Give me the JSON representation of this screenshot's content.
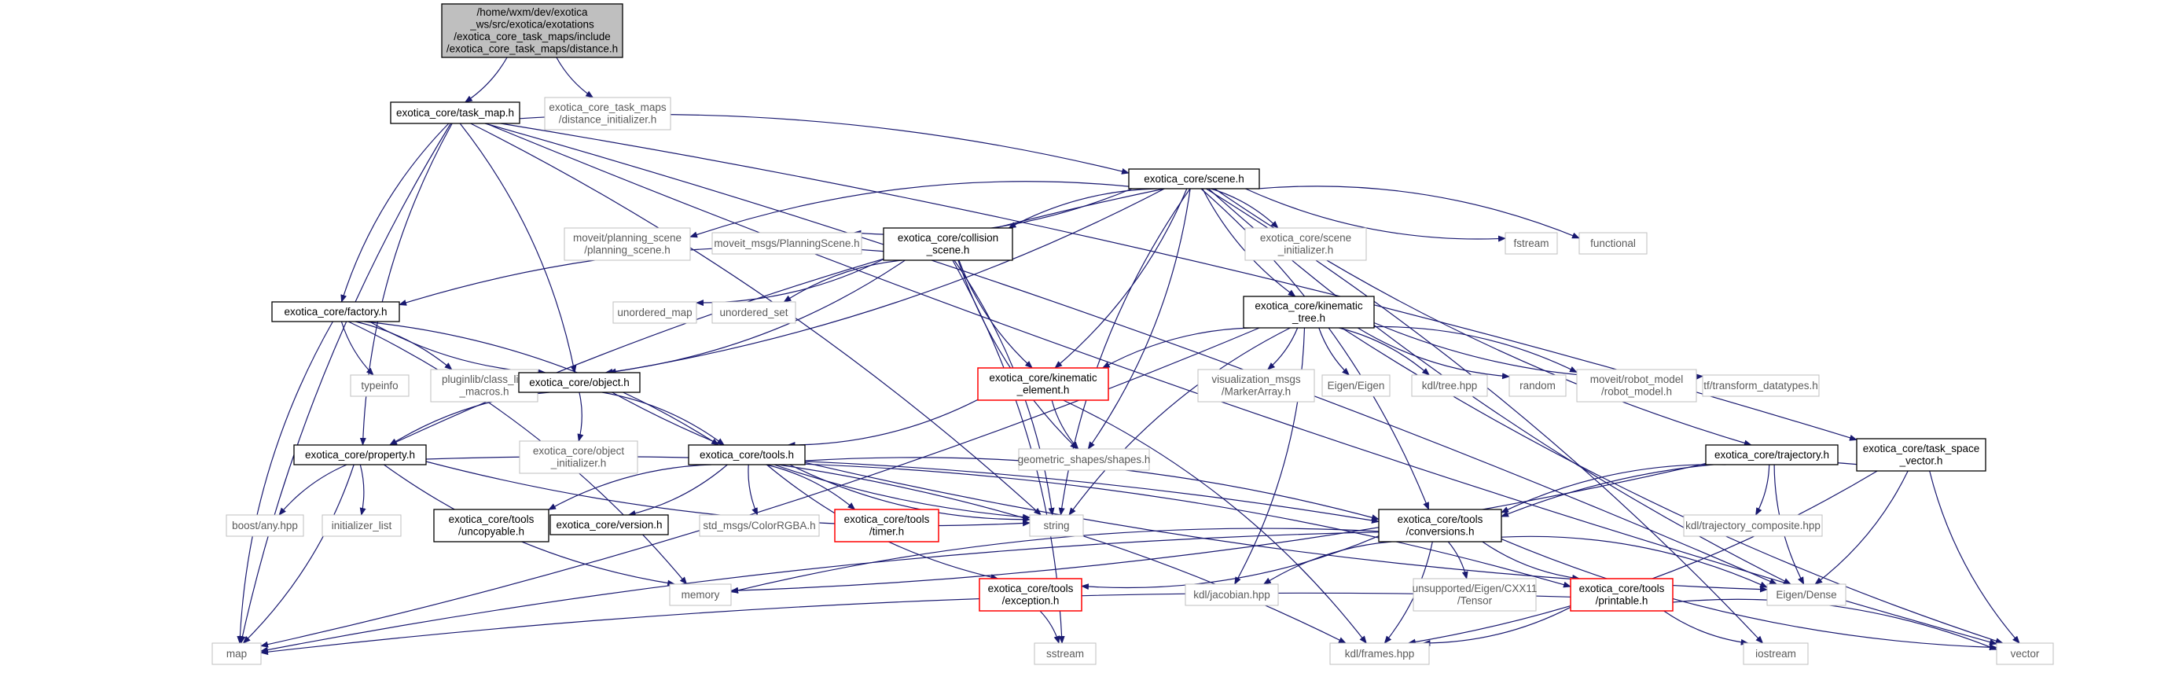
{
  "colors": {
    "edge": "#191970",
    "box_border": "#000000",
    "missing_border": "#bfbfbf",
    "incomplete_border": "#ff0000",
    "root_fill": "#bfbfbf",
    "text": "#000000",
    "ghost_text": "#5a5a5a"
  },
  "legend_note": "node styles: grey fill = current file, black border = documented header, red border = truncated graph, light grey border = external / undocumented",
  "nodes": [
    {
      "id": "distance",
      "style": "root",
      "lines": [
        "/home/wxm/dev/exotica",
        "_ws/src/exotica/exotations",
        "/exotica_core_task_maps/include",
        "/exotica_core_task_maps/distance.h"
      ]
    },
    {
      "id": "task_map",
      "style": "normal",
      "lines": [
        "exotica_core/task_map.h"
      ]
    },
    {
      "id": "distance_init",
      "style": "ghost",
      "lines": [
        "exotica_core_task_maps",
        "/distance_initializer.h"
      ]
    },
    {
      "id": "scene",
      "style": "normal",
      "lines": [
        "exotica_core/scene.h"
      ]
    },
    {
      "id": "moveit_ps",
      "style": "ghost",
      "lines": [
        "moveit/planning_scene",
        "/planning_scene.h"
      ]
    },
    {
      "id": "moveit_msgs_ps",
      "style": "ghost",
      "lines": [
        "moveit_msgs/PlanningScene.h"
      ]
    },
    {
      "id": "collision_scene",
      "style": "normal",
      "lines": [
        "exotica_core/collision",
        "_scene.h"
      ]
    },
    {
      "id": "scene_init",
      "style": "ghost",
      "lines": [
        "exotica_core/scene",
        "_initializer.h"
      ]
    },
    {
      "id": "fstream",
      "style": "ghost",
      "lines": [
        "fstream"
      ]
    },
    {
      "id": "functional",
      "style": "ghost",
      "lines": [
        "functional"
      ]
    },
    {
      "id": "factory",
      "style": "normal",
      "lines": [
        "exotica_core/factory.h"
      ]
    },
    {
      "id": "unordered_map",
      "style": "ghost",
      "lines": [
        "unordered_map"
      ]
    },
    {
      "id": "unordered_set",
      "style": "ghost",
      "lines": [
        "unordered_set"
      ]
    },
    {
      "id": "kinematic_tree",
      "style": "normal",
      "lines": [
        "exotica_core/kinematic",
        "_tree.h"
      ]
    },
    {
      "id": "typeinfo",
      "style": "ghost",
      "lines": [
        "typeinfo"
      ]
    },
    {
      "id": "class_list",
      "style": "ghost",
      "lines": [
        "pluginlib/class_list",
        "_macros.h"
      ]
    },
    {
      "id": "object",
      "style": "normal",
      "lines": [
        "exotica_core/object.h"
      ]
    },
    {
      "id": "kinematic_element",
      "style": "incomplete",
      "lines": [
        "exotica_core/kinematic",
        "_element.h"
      ]
    },
    {
      "id": "viz_msgs",
      "style": "ghost",
      "lines": [
        "visualization_msgs",
        "/MarkerArray.h"
      ]
    },
    {
      "id": "eigen_eigen",
      "style": "ghost",
      "lines": [
        "Eigen/Eigen"
      ]
    },
    {
      "id": "kdl_tree",
      "style": "ghost",
      "lines": [
        "kdl/tree.hpp"
      ]
    },
    {
      "id": "random",
      "style": "ghost",
      "lines": [
        "random"
      ]
    },
    {
      "id": "robot_model",
      "style": "ghost",
      "lines": [
        "moveit/robot_model",
        "/robot_model.h"
      ]
    },
    {
      "id": "tf_datatypes",
      "style": "ghost",
      "lines": [
        "tf/transform_datatypes.h"
      ]
    },
    {
      "id": "object_init",
      "style": "ghost",
      "lines": [
        "exotica_core/object",
        "_initializer.h"
      ]
    },
    {
      "id": "property",
      "style": "normal",
      "lines": [
        "exotica_core/property.h"
      ]
    },
    {
      "id": "tools",
      "style": "normal",
      "lines": [
        "exotica_core/tools.h"
      ]
    },
    {
      "id": "geometric_shapes",
      "style": "ghost",
      "lines": [
        "geometric_shapes/shapes.h"
      ]
    },
    {
      "id": "trajectory",
      "style": "normal",
      "lines": [
        "exotica_core/trajectory.h"
      ]
    },
    {
      "id": "task_space_vector",
      "style": "normal",
      "lines": [
        "exotica_core/task_space",
        "_vector.h"
      ]
    },
    {
      "id": "boost_any",
      "style": "ghost",
      "lines": [
        "boost/any.hpp"
      ]
    },
    {
      "id": "initializer_list",
      "style": "ghost",
      "lines": [
        "initializer_list"
      ]
    },
    {
      "id": "uncopyable",
      "style": "normal",
      "lines": [
        "exotica_core/tools",
        "/uncopyable.h"
      ]
    },
    {
      "id": "version",
      "style": "normal",
      "lines": [
        "exotica_core/version.h"
      ]
    },
    {
      "id": "color_rgba",
      "style": "ghost",
      "lines": [
        "std_msgs/ColorRGBA.h"
      ]
    },
    {
      "id": "timer",
      "style": "incomplete",
      "lines": [
        "exotica_core/tools",
        "/timer.h"
      ]
    },
    {
      "id": "string",
      "style": "ghost",
      "lines": [
        "string"
      ]
    },
    {
      "id": "conversions",
      "style": "normal",
      "lines": [
        "exotica_core/tools",
        "/conversions.h"
      ]
    },
    {
      "id": "traj_composite",
      "style": "ghost",
      "lines": [
        "kdl/trajectory_composite.hpp"
      ]
    },
    {
      "id": "memory",
      "style": "ghost",
      "lines": [
        "memory"
      ]
    },
    {
      "id": "exception",
      "style": "incomplete",
      "lines": [
        "exotica_core/tools",
        "/exception.h"
      ]
    },
    {
      "id": "kdl_jacobian",
      "style": "ghost",
      "lines": [
        "kdl/jacobian.hpp"
      ]
    },
    {
      "id": "tensor",
      "style": "ghost",
      "lines": [
        "unsupported/Eigen/CXX11",
        "/Tensor"
      ]
    },
    {
      "id": "printable",
      "style": "incomplete",
      "lines": [
        "exotica_core/tools",
        "/printable.h"
      ]
    },
    {
      "id": "eigen_dense",
      "style": "ghost",
      "lines": [
        "Eigen/Dense"
      ]
    },
    {
      "id": "map",
      "style": "ghost",
      "lines": [
        "map"
      ]
    },
    {
      "id": "sstream",
      "style": "ghost",
      "lines": [
        "sstream"
      ]
    },
    {
      "id": "kdl_frames",
      "style": "ghost",
      "lines": [
        "kdl/frames.hpp"
      ]
    },
    {
      "id": "iostream",
      "style": "ghost",
      "lines": [
        "iostream"
      ]
    },
    {
      "id": "vector",
      "style": "ghost",
      "lines": [
        "vector"
      ]
    }
  ],
  "edges": [
    [
      "distance",
      "task_map"
    ],
    [
      "distance",
      "distance_init"
    ],
    [
      "task_map",
      "scene"
    ],
    [
      "task_map",
      "factory"
    ],
    [
      "task_map",
      "object"
    ],
    [
      "task_map",
      "property"
    ],
    [
      "task_map",
      "string"
    ],
    [
      "task_map",
      "map"
    ],
    [
      "task_map",
      "eigen_dense"
    ],
    [
      "task_map",
      "vector"
    ],
    [
      "task_map",
      "task_space_vector"
    ],
    [
      "scene",
      "moveit_ps"
    ],
    [
      "scene",
      "moveit_msgs_ps"
    ],
    [
      "scene",
      "collision_scene"
    ],
    [
      "scene",
      "scene_init"
    ],
    [
      "scene",
      "fstream"
    ],
    [
      "scene",
      "functional"
    ],
    [
      "scene",
      "kinematic_tree"
    ],
    [
      "scene",
      "object"
    ],
    [
      "scene",
      "property"
    ],
    [
      "scene",
      "geometric_shapes"
    ],
    [
      "scene",
      "trajectory"
    ],
    [
      "scene",
      "conversions"
    ],
    [
      "scene",
      "eigen_dense"
    ],
    [
      "scene",
      "iostream"
    ],
    [
      "scene",
      "string"
    ],
    [
      "scene",
      "kinematic_element"
    ],
    [
      "collision_scene",
      "factory"
    ],
    [
      "collision_scene",
      "unordered_map"
    ],
    [
      "collision_scene",
      "unordered_set"
    ],
    [
      "collision_scene",
      "object"
    ],
    [
      "collision_scene",
      "kinematic_element"
    ],
    [
      "collision_scene",
      "string"
    ],
    [
      "collision_scene",
      "geometric_shapes"
    ],
    [
      "collision_scene",
      "sstream"
    ],
    [
      "factory",
      "typeinfo"
    ],
    [
      "factory",
      "class_list"
    ],
    [
      "factory",
      "object"
    ],
    [
      "factory",
      "tools"
    ],
    [
      "factory",
      "map"
    ],
    [
      "factory",
      "memory"
    ],
    [
      "kinematic_tree",
      "kinematic_element"
    ],
    [
      "kinematic_tree",
      "viz_msgs"
    ],
    [
      "kinematic_tree",
      "eigen_eigen"
    ],
    [
      "kinematic_tree",
      "kdl_tree"
    ],
    [
      "kinematic_tree",
      "random"
    ],
    [
      "kinematic_tree",
      "robot_model"
    ],
    [
      "kinematic_tree",
      "tf_datatypes"
    ],
    [
      "kinematic_tree",
      "kdl_jacobian"
    ],
    [
      "kinematic_tree",
      "string"
    ],
    [
      "kinematic_tree",
      "map"
    ],
    [
      "kinematic_tree",
      "vector"
    ],
    [
      "object",
      "object_init"
    ],
    [
      "object",
      "property"
    ],
    [
      "object",
      "tools"
    ],
    [
      "object",
      "string"
    ],
    [
      "kinematic_element",
      "tools"
    ],
    [
      "kinematic_element",
      "geometric_shapes"
    ],
    [
      "kinematic_element",
      "kdl_frames"
    ],
    [
      "property",
      "boost_any"
    ],
    [
      "property",
      "initializer_list"
    ],
    [
      "property",
      "string"
    ],
    [
      "property",
      "map"
    ],
    [
      "property",
      "memory"
    ],
    [
      "property",
      "conversions"
    ],
    [
      "tools",
      "uncopyable"
    ],
    [
      "tools",
      "version"
    ],
    [
      "tools",
      "color_rgba"
    ],
    [
      "tools",
      "timer"
    ],
    [
      "tools",
      "string"
    ],
    [
      "tools",
      "conversions"
    ],
    [
      "tools",
      "exception"
    ],
    [
      "tools",
      "printable"
    ],
    [
      "tools",
      "eigen_dense"
    ],
    [
      "tools",
      "kdl_frames"
    ],
    [
      "trajectory",
      "conversions"
    ],
    [
      "trajectory",
      "traj_composite"
    ],
    [
      "trajectory",
      "eigen_dense"
    ],
    [
      "trajectory",
      "memory"
    ],
    [
      "task_space_vector",
      "conversions"
    ],
    [
      "task_space_vector",
      "eigen_dense"
    ],
    [
      "task_space_vector",
      "vector"
    ],
    [
      "task_space_vector",
      "kdl_frames"
    ],
    [
      "conversions",
      "memory"
    ],
    [
      "conversions",
      "exception"
    ],
    [
      "conversions",
      "kdl_jacobian"
    ],
    [
      "conversions",
      "tensor"
    ],
    [
      "conversions",
      "printable"
    ],
    [
      "conversions",
      "eigen_dense"
    ],
    [
      "conversions",
      "map"
    ],
    [
      "conversions",
      "kdl_frames"
    ],
    [
      "conversions",
      "vector"
    ],
    [
      "exception",
      "sstream"
    ],
    [
      "printable",
      "map"
    ],
    [
      "printable",
      "kdl_frames"
    ],
    [
      "printable",
      "iostream"
    ],
    [
      "printable",
      "vector"
    ]
  ]
}
